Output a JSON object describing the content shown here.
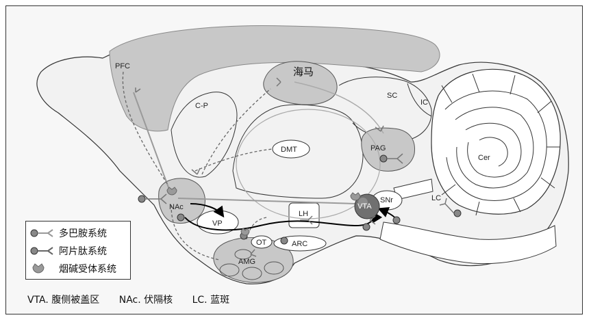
{
  "labels": {
    "pfc": "PFC",
    "hippocampus": "海马",
    "cp": "C-P",
    "sc": "SC",
    "ic": "IC",
    "dmt": "DMT",
    "pag": "PAG",
    "cer": "Cer",
    "snr": "SNr",
    "lc": "LC",
    "nac": "NAc",
    "vp": "VP",
    "lh": "LH",
    "vta": "VTA",
    "ot": "OT",
    "arc": "ARC",
    "amg": "AMG"
  },
  "legend": [
    {
      "label": "多巴胺系统",
      "icon": "dopamine-neuron-icon"
    },
    {
      "label": "阿片肽系统",
      "icon": "opioid-neuron-icon"
    },
    {
      "label": "烟碱受体系统",
      "icon": "nicotinic-receptor-icon"
    }
  ],
  "caption": [
    "VTA. 腹侧被盖区",
    "NAc. 伏隔核",
    "LC. 蓝斑"
  ],
  "colors": {
    "region_fill": "#c8c8c8",
    "outline": "#333333",
    "dopamine_path": "#9a9a9a",
    "opioid_path": "#666666",
    "arrow": "#000000",
    "vta_fill": "#707070"
  }
}
